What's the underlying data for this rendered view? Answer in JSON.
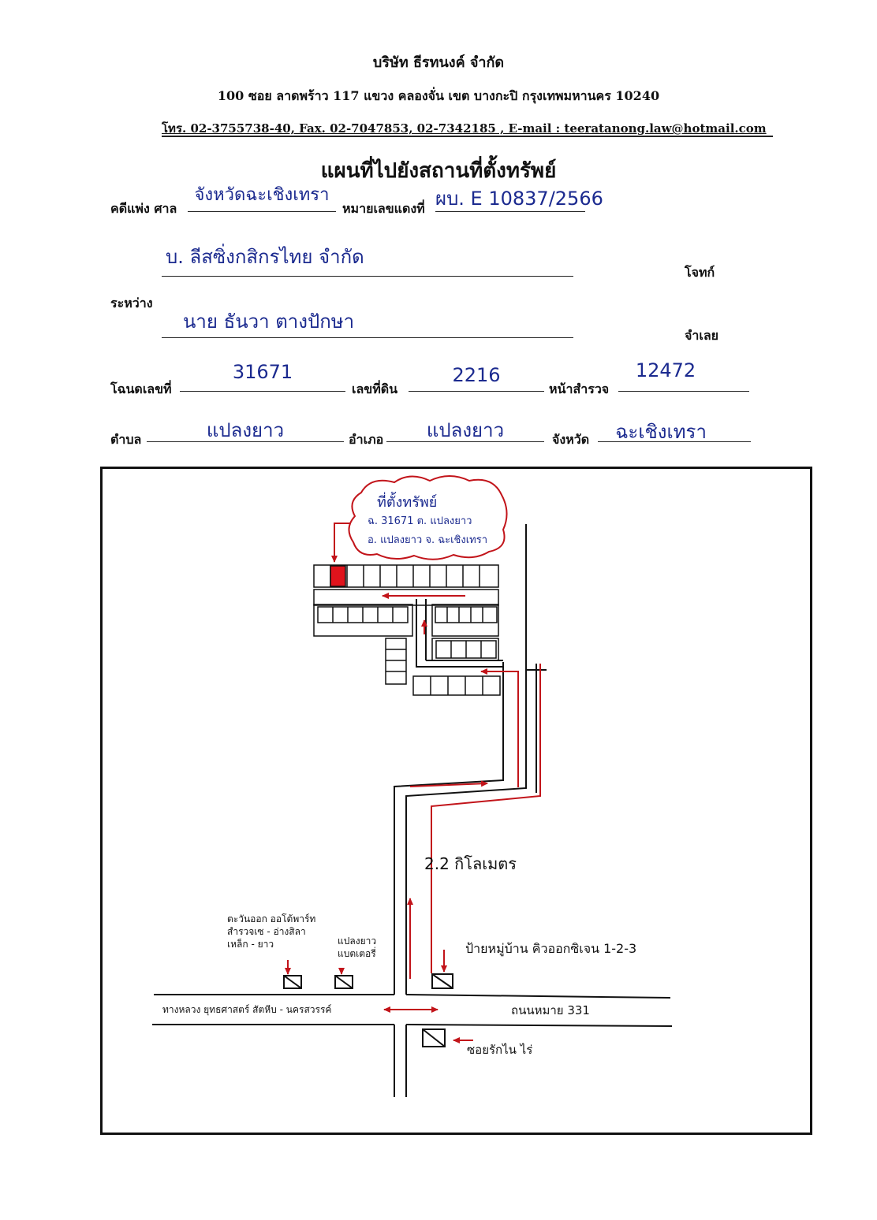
{
  "header": {
    "company": "บริษัท ธีรทนงค์ จำกัด",
    "address": "100 ซอย ลาดพร้าว 117 แขวง คลองจั่น เขต บางกะปิ กรุงเทพมหานคร 10240",
    "contact": "โทร. 02-3755738-40, Fax. 02-7047853, 02-7342185 , E-mail : teeratanong.law@hotmail.com"
  },
  "title": "แผนที่ไปยังสถานที่ตั้งทรัพย์",
  "form": {
    "case_label": "คดีแพ่ง ศาล",
    "court": "จังหวัดฉะเชิงเทรา",
    "red_case_label": "หมายเลขแดงที่",
    "red_case_no": "ผบ. E 10837/2566",
    "plaintiff": "บ. ลีสซิ่งกสิกรไทย จำกัด",
    "plaintiff_role": "โจทก์",
    "between_label": "ระหว่าง",
    "defendant": "นาย ธันวา ตางปักษา",
    "defendant_role": "จำเลย",
    "deed_label": "โฉนดเลขที่",
    "deed_no": "31671",
    "land_label": "เลขที่ดิน",
    "land_no": "2216",
    "survey_label": "หน้าสำรวจ",
    "survey_no": "12472",
    "subdistrict_label": "ตำบล",
    "subdistrict": "แปลงยาว",
    "district_label": "อำเภอ",
    "district": "แปลงยาว",
    "province_label": "จังหวัด",
    "province": "ฉะเชิงเทรา"
  },
  "map": {
    "property_note_title": "ที่ตั้งทรัพย์",
    "property_note_line1": "ฉ. 31671 ต. แปลงยาว",
    "property_note_line2": "อ. แปลงยาว จ. ฉะเชิงเทรา",
    "distance": "2.2 กิโลเมตร",
    "village_sign": "ป้ายหมู่บ้าน คิวออกซิเจน 1-2-3",
    "landmark_left": [
      "ตะวันออก ออโต้พาร์ท",
      "สำรวจเซ - อ่างสิลา",
      "เหล็ก - ยาว"
    ],
    "landmark_mid": [
      "แปลงยาว",
      "แบตเตอรี่"
    ],
    "main_road": "ทางหลวง ยุทธศาสตร์ สัตหีบ - นครสวรรค์",
    "road_331": "ถนนหมาย 331",
    "soi_label": "ซอยรักไน ไร่",
    "colors": {
      "route": "#c2141a",
      "property": "#e0131c",
      "ink": "#1b2a8f"
    }
  }
}
